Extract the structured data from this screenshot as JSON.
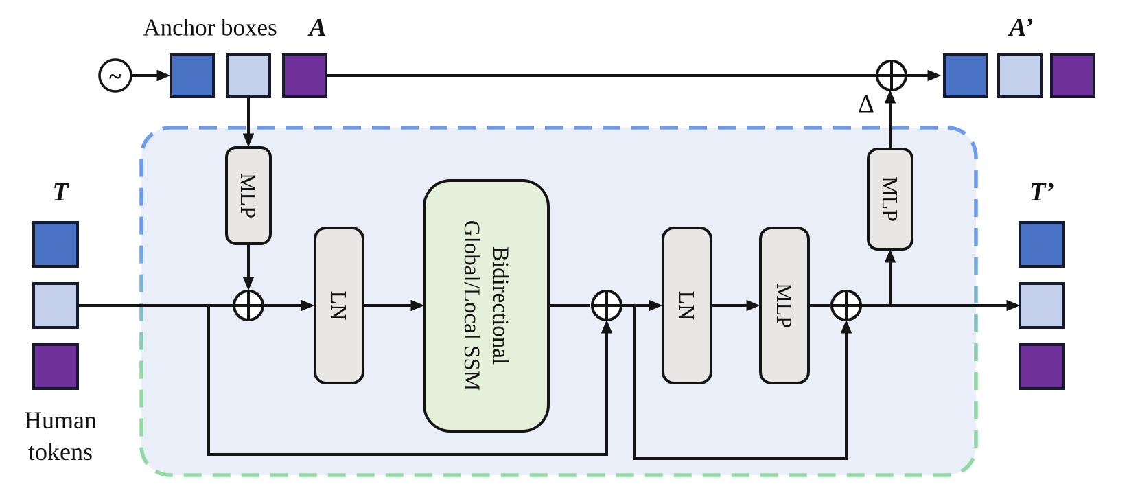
{
  "diagram": {
    "title_anchor_boxes": "Anchor boxes",
    "label_a": "A",
    "label_a_prime": "A’",
    "label_t": "T",
    "label_t_prime": "T’",
    "label_delta": "Δ",
    "label_tilde": "~",
    "caption_line1": "Human",
    "caption_line2": "tokens",
    "blocks": {
      "mlp_anchor": "MLP",
      "ln_1": "LN",
      "ssm_line1": "Bidirectional",
      "ssm_line2": "Global/Local SSM",
      "ln_2": "LN",
      "mlp_2": "MLP",
      "mlp_delta": "MLP"
    },
    "colors": {
      "token_blue": "#4a72c4",
      "token_light_blue": "#c4cfec",
      "token_purple": "#6e3099",
      "panel_fill": "#e9eef8",
      "dash_blue": "#6d9cee",
      "dash_green": "#90d9a3",
      "block_gray": "#e8e7e6",
      "ssm_green": "#e4f0da",
      "line_black": "#141414",
      "square_border": "#161a2b"
    }
  }
}
